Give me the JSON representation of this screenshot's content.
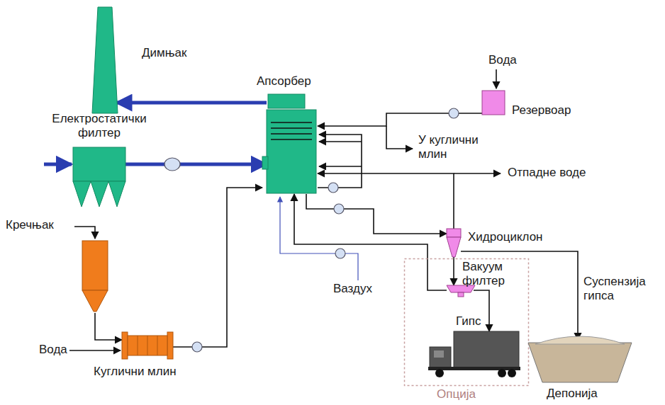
{
  "diagram": {
    "nodes": [
      {
        "text": [
          "Димњак"
        ]
      },
      {
        "text": [
          "Апсорбер"
        ]
      },
      {
        "text": [
          "Електростатички филтер"
        ]
      },
      {
        "text": [
          "Резервоар"
        ]
      },
      {
        "text": [
          "Хидроциклон"
        ]
      },
      {
        "text": [
          "Опција"
        ]
      },
      {
        "text": [
          "Вакуум филтер"
        ],
        "in": 5
      },
      {
        "text": [
          "Кречњак"
        ]
      },
      {
        "text": [
          "Куглични млин"
        ]
      },
      {
        "text": [
          "Депонија"
        ]
      }
    ],
    "edges": [
      {
        "from": 2,
        "to": 1,
        "arrow": "to"
      },
      {
        "from": 1,
        "to": 0,
        "arrow": "to"
      },
      {
        "from": 3,
        "to": 1,
        "arrow": "to"
      },
      {
        "from": 8,
        "to": 1,
        "arrow": "to"
      },
      {
        "from": 7,
        "to": 8,
        "arrow": "to"
      },
      {
        "from": 1,
        "to": 4,
        "arrow": "to"
      },
      {
        "from": 4,
        "to": 1,
        "arrow": "to"
      },
      {
        "from": 4,
        "to": 6,
        "arrow": "to"
      },
      {
        "from": 4,
        "to": 9,
        "label": "Суспензија гипса",
        "arrow": "to"
      },
      {
        "from": 6,
        "to": 1,
        "arrow": "to"
      }
    ],
    "labels": [
      "Вода",
      "У куглични млин",
      "Отпадне воде",
      "Вода",
      "Ваздух",
      "Гипс"
    ]
  }
}
